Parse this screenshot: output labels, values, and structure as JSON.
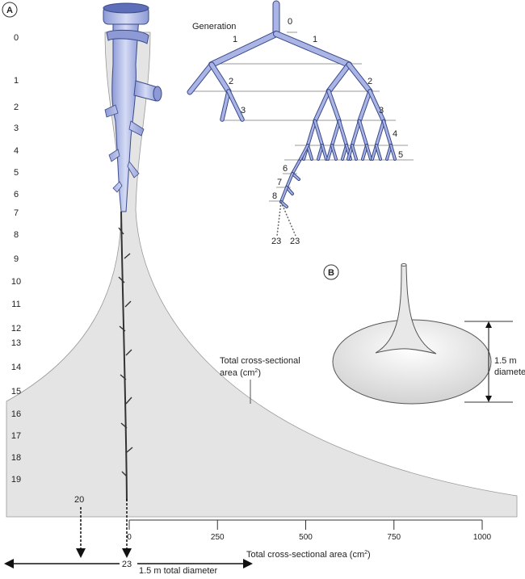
{
  "panel_a_label": "A",
  "panel_b_label": "B",
  "generation_heading": "Generation",
  "left_generations": [
    "0",
    "1",
    "2",
    "3",
    "4",
    "5",
    "6",
    "7",
    "8",
    "9",
    "10",
    "11",
    "12",
    "13",
    "14",
    "15",
    "16",
    "17",
    "18",
    "19",
    "20"
  ],
  "tree_labels": {
    "g0": "0",
    "g1_left": "1",
    "g1_right": "1",
    "g2_left": "2",
    "g2_right": "2",
    "g3_left": "3",
    "g3_right": "3",
    "g4": "4",
    "g5": "5",
    "g6": "6",
    "g7": "7",
    "g8": "8",
    "g23_left": "23",
    "g23_right": "23"
  },
  "area_label_line1": "Total cross-sectional",
  "area_label_line2": "area (cm",
  "area_label_sup": "2",
  "area_label_end": ")",
  "diameter_label_line1": "1.5 m",
  "diameter_label_line2": "diameter",
  "axis": {
    "ticks": [
      "0",
      "250",
      "500",
      "750",
      "1000"
    ],
    "title": "Total cross-sectional area (cm",
    "title_sup": "2",
    "title_end": ")"
  },
  "bottom": {
    "generation_20": "20",
    "generation_23": "23",
    "total_diameter": "1.5 m total diameter"
  },
  "colors": {
    "airway_fill": "#b3bde6",
    "airway_stroke": "#3a4a8a",
    "funnel": "#e6e6e6"
  }
}
